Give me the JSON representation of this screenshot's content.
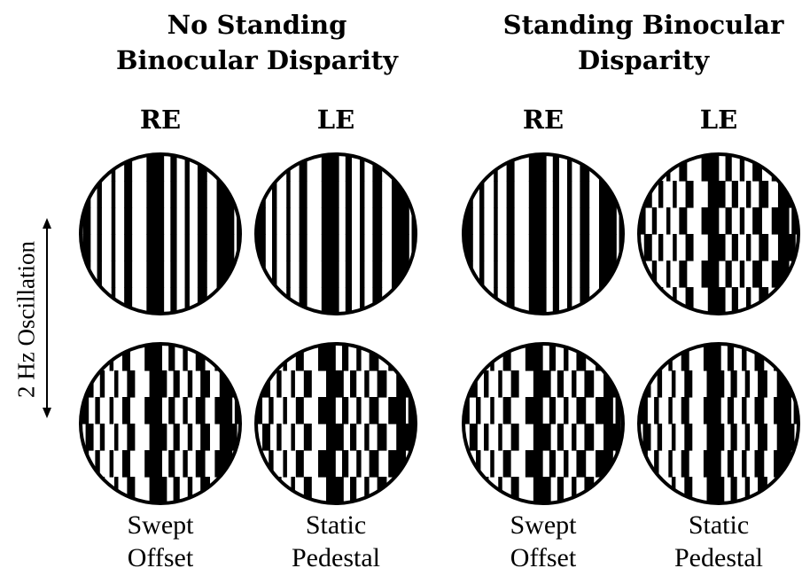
{
  "groups": [
    {
      "title_line1": "No Standing",
      "title_line2": "Binocular Disparity"
    },
    {
      "title_line1": "Standing Binocular",
      "title_line2": "Disparity"
    }
  ],
  "eye_labels": [
    "RE",
    "LE",
    "RE",
    "LE"
  ],
  "columns": [
    {
      "caption_line1": "Swept",
      "caption_line2": "Offset"
    },
    {
      "caption_line1": "Static",
      "caption_line2": "Pedestal"
    },
    {
      "caption_line1": "Swept",
      "caption_line2": "Offset"
    },
    {
      "caption_line1": "Static",
      "caption_line2": "Pedestal"
    }
  ],
  "oscillation_label": "2 Hz Oscillation",
  "colors": {
    "stripe": "#000000",
    "background": "#ffffff"
  }
}
